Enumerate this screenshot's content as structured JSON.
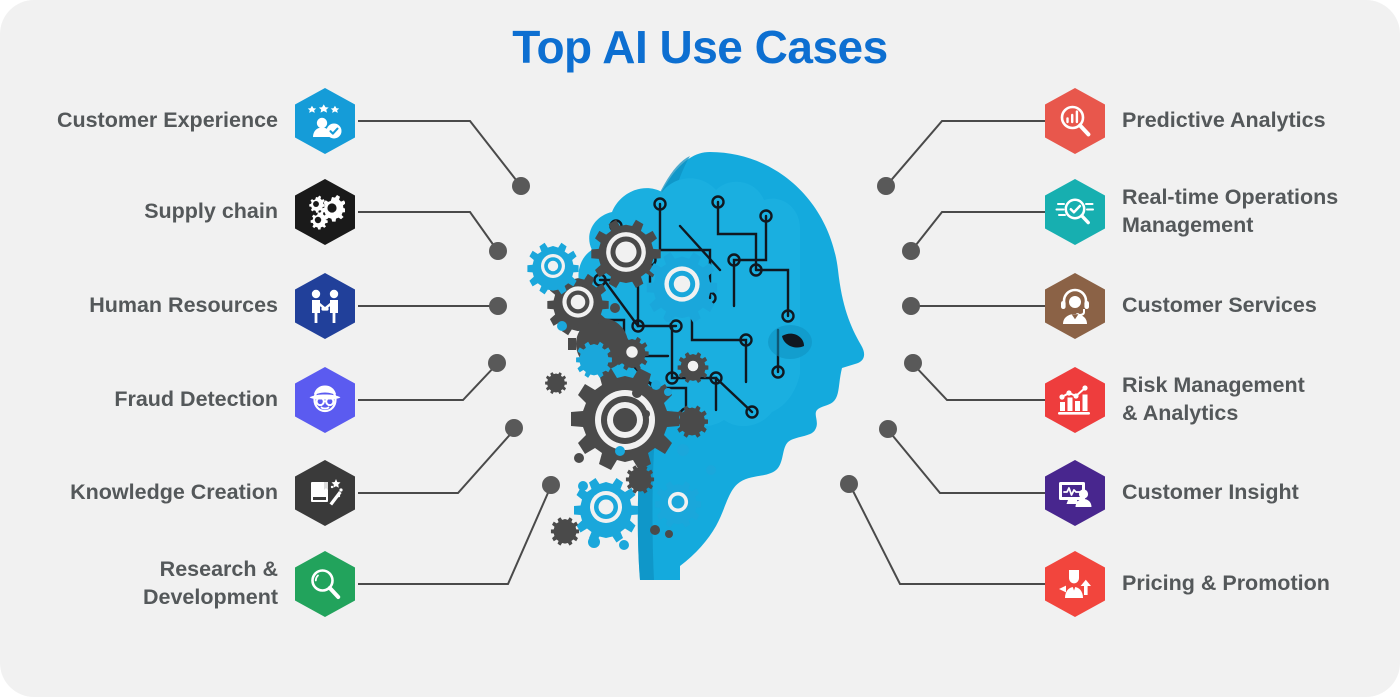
{
  "title": "Top AI Use Cases",
  "colors": {
    "background": "#f1f1f1",
    "title": "#0d6fd1",
    "label": "#54585a",
    "connector_line": "#4a4a4a",
    "connector_dot": "#595959",
    "head_cyan": "#14AADD",
    "head_cyan_dark": "#0E90C0",
    "gear_dark": "#4a4a4a",
    "gear_cyan": "#1aa7db"
  },
  "center_graphic": {
    "name": "ai-brain-head-illustration",
    "description": "Cyan human head profile with circuit-board brain and cascading gears"
  },
  "left_items": [
    {
      "label": "Customer Experience",
      "icon": "customer-experience-icon",
      "color": "#159CD8"
    },
    {
      "label": "Supply chain",
      "icon": "supply-chain-gears-icon",
      "color": "#1A1A1A"
    },
    {
      "label": "Human Resources",
      "icon": "human-resources-handshake-icon",
      "color": "#21409A"
    },
    {
      "label": "Fraud Detection",
      "icon": "fraud-detection-spy-icon",
      "color": "#5B5BF0"
    },
    {
      "label": "Knowledge Creation",
      "icon": "knowledge-creation-book-wand-icon",
      "color": "#3A3A3A"
    },
    {
      "label": "Research &\nDevelopment",
      "icon": "research-development-magnifier-icon",
      "color": "#22A35C"
    }
  ],
  "right_items": [
    {
      "label": "Predictive Analytics",
      "icon": "predictive-analytics-icon",
      "color": "#E8574C"
    },
    {
      "label": "Real-time Operations\nManagement",
      "icon": "realtime-operations-icon",
      "color": "#17AFB0"
    },
    {
      "label": "Customer Services",
      "icon": "customer-services-headset-icon",
      "color": "#8B6246"
    },
    {
      "label": "Risk Management\n& Analytics",
      "icon": "risk-management-chart-icon",
      "color": "#EE3D3D"
    },
    {
      "label": "Customer Insight",
      "icon": "customer-insight-monitor-icon",
      "color": "#48268E"
    },
    {
      "label": "Pricing & Promotion",
      "icon": "pricing-promotion-icon",
      "color": "#F2453D"
    }
  ]
}
